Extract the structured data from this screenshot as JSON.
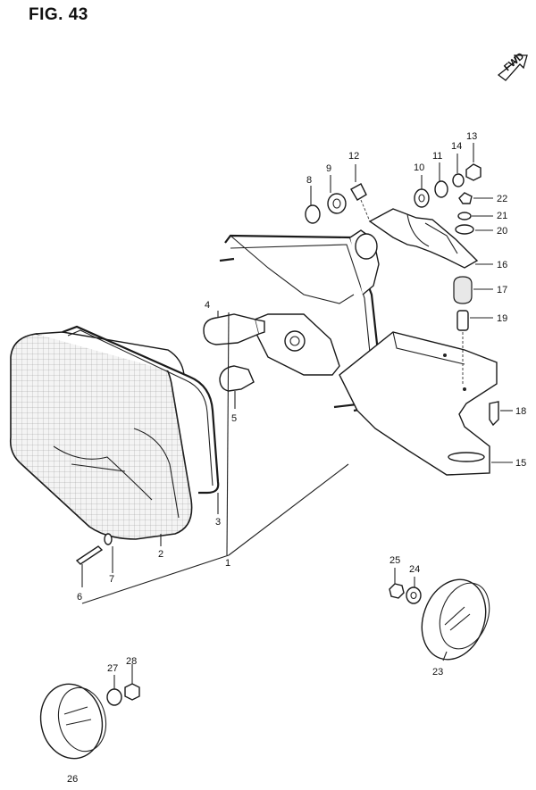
{
  "figure": {
    "title": "FIG. 43",
    "fwd_label": "FWD"
  },
  "callouts": [
    {
      "id": "1",
      "label": "1"
    },
    {
      "id": "2",
      "label": "2"
    },
    {
      "id": "3",
      "label": "3"
    },
    {
      "id": "4",
      "label": "4"
    },
    {
      "id": "5",
      "label": "5"
    },
    {
      "id": "6",
      "label": "6"
    },
    {
      "id": "7",
      "label": "7"
    },
    {
      "id": "8",
      "label": "8"
    },
    {
      "id": "9",
      "label": "9"
    },
    {
      "id": "10",
      "label": "10"
    },
    {
      "id": "11",
      "label": "11"
    },
    {
      "id": "12",
      "label": "12"
    },
    {
      "id": "13",
      "label": "13"
    },
    {
      "id": "14",
      "label": "14"
    },
    {
      "id": "15",
      "label": "15"
    },
    {
      "id": "16",
      "label": "16"
    },
    {
      "id": "17",
      "label": "17"
    },
    {
      "id": "18",
      "label": "18"
    },
    {
      "id": "19",
      "label": "19"
    },
    {
      "id": "20",
      "label": "20"
    },
    {
      "id": "21",
      "label": "21"
    },
    {
      "id": "22",
      "label": "22"
    },
    {
      "id": "23",
      "label": "23"
    },
    {
      "id": "24",
      "label": "24"
    },
    {
      "id": "25",
      "label": "25"
    },
    {
      "id": "26",
      "label": "26"
    },
    {
      "id": "27",
      "label": "27"
    },
    {
      "id": "28",
      "label": "28"
    }
  ]
}
